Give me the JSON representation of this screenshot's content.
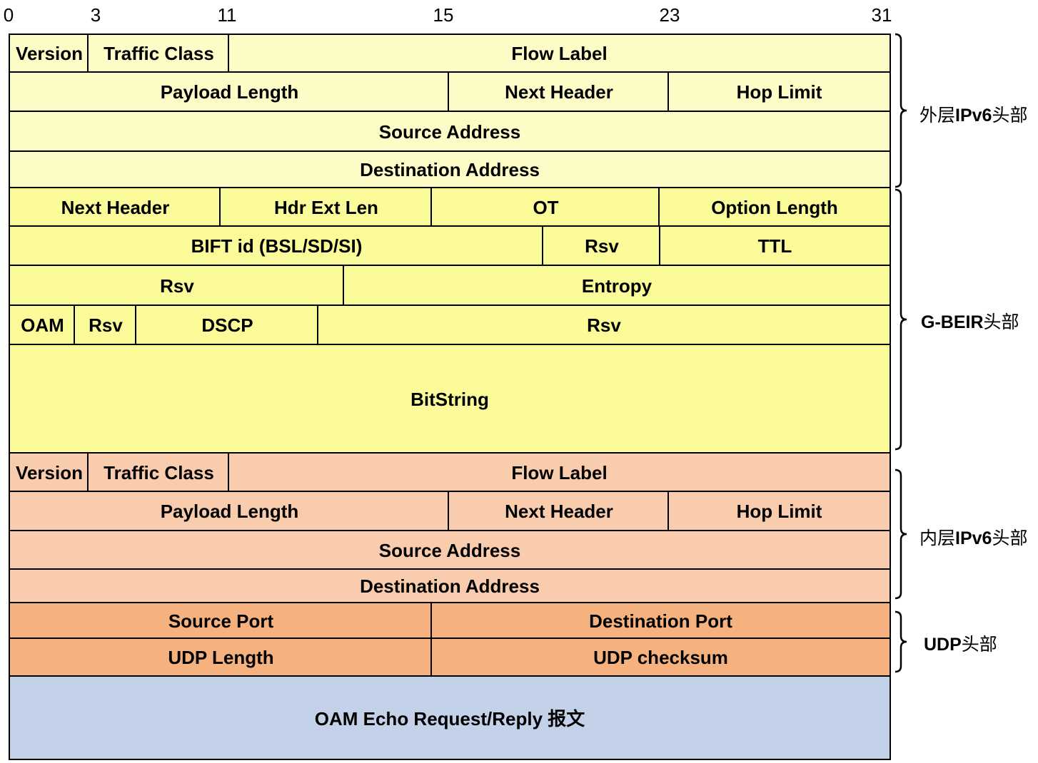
{
  "bit_ticks": [
    "0",
    "3",
    "11",
    "15",
    "23",
    "31"
  ],
  "colors": {
    "outer_ipv6": "#fdfcc6",
    "g_beir": "#fcfb99",
    "inner_ipv6": "#f8ccac",
    "udp": "#f6b27e",
    "payload": "#c3d1e9"
  },
  "rows": [
    {
      "group": "outer_ipv6",
      "fields": [
        "Version",
        "Traffic Class",
        "Flow Label"
      ]
    },
    {
      "group": "outer_ipv6",
      "fields": [
        "Payload Length",
        "Next Header",
        "Hop Limit"
      ]
    },
    {
      "group": "outer_ipv6",
      "fields": [
        "Source Address"
      ]
    },
    {
      "group": "outer_ipv6",
      "fields": [
        "Destination Address"
      ]
    },
    {
      "group": "g_beir",
      "fields": [
        "Next Header",
        "Hdr Ext Len",
        "OT",
        "Option Length"
      ]
    },
    {
      "group": "g_beir",
      "fields": [
        "BIFT id (BSL/SD/SI)",
        "Rsv",
        "TTL"
      ]
    },
    {
      "group": "g_beir",
      "fields": [
        "Rsv",
        "Entropy"
      ]
    },
    {
      "group": "g_beir",
      "fields": [
        "OAM",
        "Rsv",
        "DSCP",
        "Rsv"
      ]
    },
    {
      "group": "g_beir",
      "fields": [
        "BitString"
      ]
    },
    {
      "group": "inner_ipv6",
      "fields": [
        "Version",
        "Traffic Class",
        "Flow Label"
      ]
    },
    {
      "group": "inner_ipv6",
      "fields": [
        "Payload Length",
        "Next Header",
        "Hop Limit"
      ]
    },
    {
      "group": "inner_ipv6",
      "fields": [
        "Source Address"
      ]
    },
    {
      "group": "inner_ipv6",
      "fields": [
        "Destination Address"
      ]
    },
    {
      "group": "udp",
      "fields": [
        "Source Port",
        "Destination Port"
      ]
    },
    {
      "group": "udp",
      "fields": [
        "UDP Length",
        "UDP checksum"
      ]
    },
    {
      "group": "payload",
      "fields": [
        "OAM Echo Request/Reply 报文"
      ]
    }
  ],
  "group_labels": {
    "outer_ipv6": {
      "prefix": "外层",
      "bold": "IPv6",
      "suffix": "头部"
    },
    "g_beir": {
      "prefix": "",
      "bold": "G-BEIR",
      "suffix": "头部"
    },
    "inner_ipv6": {
      "prefix": "内层",
      "bold": "IPv6",
      "suffix": "头部"
    },
    "udp": {
      "prefix": "",
      "bold": "UDP",
      "suffix": "头部"
    }
  }
}
